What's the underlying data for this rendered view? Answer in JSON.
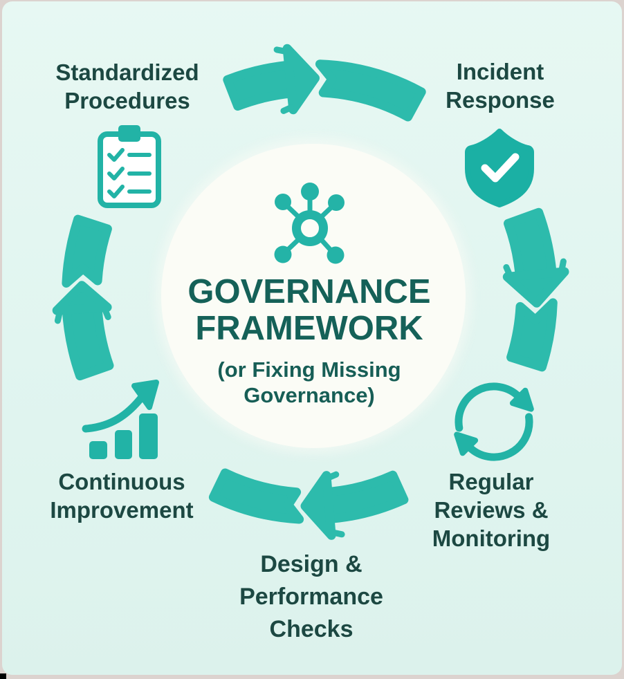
{
  "title": {
    "line1": "GOVERNANCE",
    "line2": "FRAMEWORK",
    "full": "GOVERNANCE\nFRAMEWORK",
    "subtitle": "(or Fixing Missing\nGovernance)"
  },
  "stages": [
    {
      "id": "standardized-procedures",
      "label": "Standardized\nProcedures",
      "icon": "clipboard-checklist-icon",
      "position": "top-left"
    },
    {
      "id": "incident-response",
      "label": "Incident\nResponse",
      "icon": "shield-check-icon",
      "position": "top-right"
    },
    {
      "id": "regular-reviews-monitoring",
      "label": "Regular\nReviews &\nMonitoring",
      "icon": "refresh-cycle-icon",
      "position": "bottom-right"
    },
    {
      "id": "design-performance-checks",
      "label": "Design &\nPerformance\nChecks",
      "icon": "none",
      "position": "bottom-center"
    },
    {
      "id": "continuous-improvement",
      "label": "Continuous\nImprovement",
      "icon": "growth-chart-icon",
      "position": "bottom-left"
    }
  ],
  "center_icon": "network-hub-icon",
  "flow": "clockwise",
  "colors": {
    "teal": "#2dbbac",
    "icon_teal": "#22b3a6",
    "shield_teal": "#1bb0a4",
    "hub_teal": "#24b3a7",
    "title_color": "#156158",
    "subtitle_color": "#175e56",
    "label_color": "#1c4842",
    "bg_top": "#e7f8f3",
    "bg_mid": "#e1f5f0",
    "bg_bottom": "#dcf2ec",
    "circle_bg": "#fbfcf6",
    "frame_bg": "#dcd3cf",
    "chip": "#000000"
  }
}
